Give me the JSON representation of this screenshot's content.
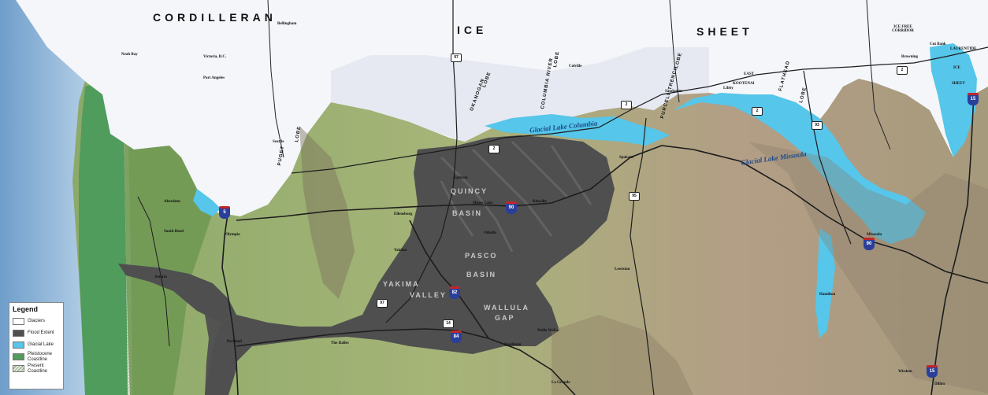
{
  "colors": {
    "ocean": "#9fc3e0",
    "glaciers": "#ffffff",
    "flood_extent": "#4f4f4f",
    "glacial_lake": "#56c6ea",
    "pleistocene_coastline": "#4f9c5c",
    "present_coastline": "#dfe8d6",
    "terrain": "#9aaa6a",
    "highway": "#1d1d1d"
  },
  "title_labels": {
    "cordilleran": "CORDILLERAN",
    "ice": "ICE",
    "sheet": "SHEET"
  },
  "lakes": {
    "columbia": "Glacial Lake Columbia",
    "missoula": "Glacial Lake Missoula"
  },
  "basins": {
    "quincy": "QUINCY",
    "basin_1": "BASIN",
    "pasco": "PASCO",
    "basin_2": "BASIN",
    "yakima": "YAKIMA",
    "valley": "VALLEY",
    "wallula": "WALLULA",
    "gap": "GAP"
  },
  "lobes": {
    "puget": "PUGET",
    "lobe_puget": "LOBE",
    "okanogan": "OKANOGAN",
    "lobe_okanogan": "LOBE",
    "columbia_river": "COLUMBIA RIVER",
    "lobe_columbia": "LOBE",
    "purcell_trench": "PURCELL TRENCH",
    "lobe_purcell": "LOBE",
    "flathead": "FLATHEAD",
    "lobe_flathead": "LOBE"
  },
  "places": {
    "neah_bay": "Neah Bay",
    "victoria": "Victoria, B.C.",
    "port_angeles": "Port Angeles",
    "bellingham": "Bellingham",
    "seattle": "Seattle",
    "aberdeen": "Aberdeen",
    "south_bend": "South Bend",
    "olympia": "Olympia",
    "ellensburg": "Ellensburg",
    "moses_lake": "Moses Lake",
    "ritzville": "Ritzville",
    "ephrata": "Ephrata",
    "othello": "Othello",
    "spokane": "Spokane",
    "yakima_city": "Yakima",
    "walla_walla": "Walla Walla",
    "pendleton": "Pendleton",
    "portland": "Portland",
    "astoria": "Astoria",
    "the_dalles": "The Dalles",
    "la_grande": "La Grande",
    "libby": "Libby",
    "cut_bank": "Cut Bank",
    "browning": "Browning",
    "missoula": "Missoula",
    "lewiston": "Lewiston",
    "sandpoint": "Sandpoint",
    "colville": "Colville",
    "kootenai": "KOOTENAI",
    "east": "EAST",
    "ice_free_corridor": "ICE FREE CORRIDOR",
    "laurentide": "LAURENTIDE",
    "ice_small": "ICE",
    "sheet_small": "SHEET",
    "dillon": "Dillon",
    "hamilton": "Hamilton",
    "wisdom": "Wisdom"
  },
  "shields": {
    "i5": "5",
    "i90": "90",
    "i82": "82",
    "i84": "84",
    "i15_north": "15",
    "i15_south": "15",
    "i90_east": "90"
  },
  "routes": {
    "us97_north": "97",
    "us2_west": "2",
    "us2_east": "2",
    "us95": "95",
    "us97_south": "97",
    "us14": "14",
    "us2_north": "2",
    "us93": "93",
    "us2_far": "2"
  },
  "legend": {
    "title": "Legend",
    "items": [
      {
        "label": "Glaciers",
        "color": "#ffffff"
      },
      {
        "label": "Flood Extent",
        "color": "#4f4f4f"
      },
      {
        "label": "Glacial Lake",
        "color": "#56c6ea"
      },
      {
        "label": "Pleistocene Coastline",
        "color": "#4f9c5c"
      },
      {
        "label": "Present Coastline",
        "color": "#dfe8d6"
      }
    ]
  }
}
